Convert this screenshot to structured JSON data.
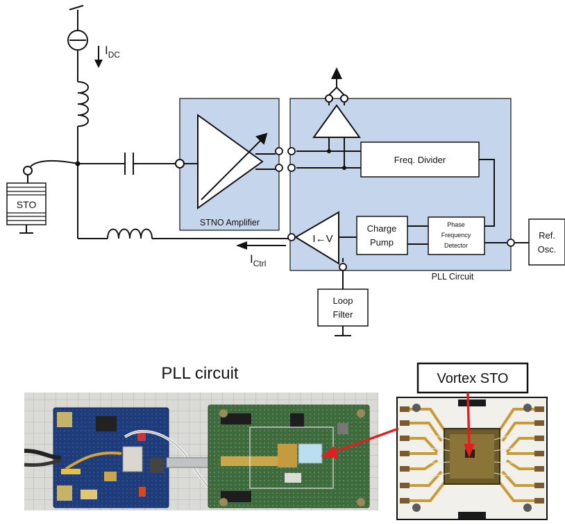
{
  "schematic": {
    "sto_label": "STO",
    "idc_main": "I",
    "idc_sub": "DC",
    "ictrl_main": "I",
    "ictrl_sub": "Ctrl",
    "stno_amplifier_label": "STNO Amplifier",
    "freq_divider_label": "Freq. Divider",
    "charge_pump_line1": "Charge",
    "charge_pump_line2": "Pump",
    "pfd_line1": "Phase",
    "pfd_line2": "Frequency",
    "pfd_line3": "Detector",
    "iv_converter_label": "I←V",
    "pll_circuit_label": "PLL Circuit",
    "ref_osc_line1": "Ref.",
    "ref_osc_line2": "Osc.",
    "loop_filter_line1": "Loop",
    "loop_filter_line2": "Filter"
  },
  "photos": {
    "pll_circuit_title": "PLL circuit",
    "vortex_sto_callout": "Vortex STO"
  },
  "colors": {
    "block_fill": "#c5d6ec",
    "line": "#111111",
    "arrow_red": "#e02020",
    "board_blue": "#1f3c7a",
    "board_green": "#3d6b3e",
    "gold": "#c89a3a"
  }
}
